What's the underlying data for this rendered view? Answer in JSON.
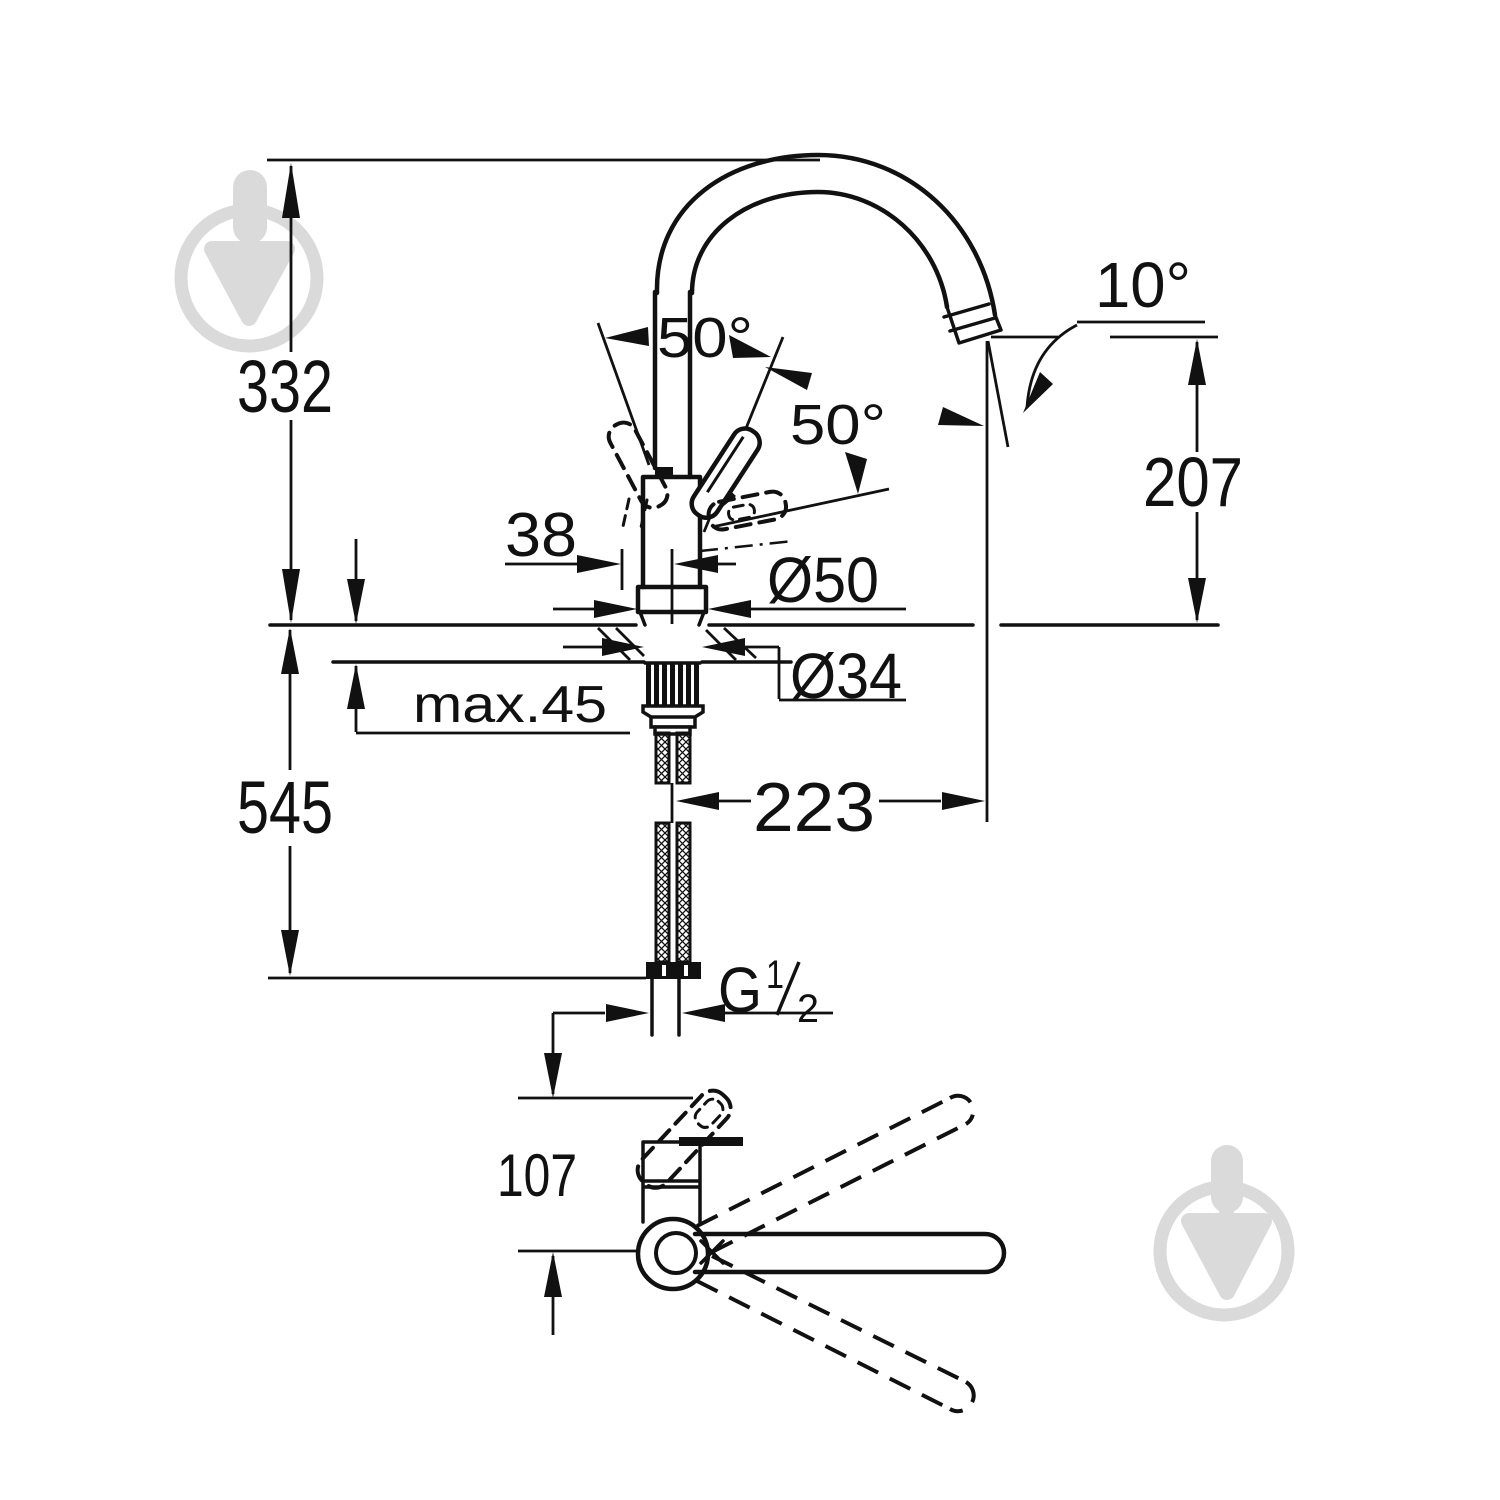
{
  "title": "Kitchen faucet technical dimension drawing",
  "colors": {
    "line": "#111111",
    "background": "#ffffff",
    "watermark": "#dadada"
  },
  "side_view": {
    "height_above_deck": "332",
    "hose_length_below_deck": "545",
    "max_deck_thickness": "max.45",
    "handle_to_axis_offset": "38",
    "base_diameter": "Ø50",
    "shank_diameter": "Ø34",
    "spout_reach": "223",
    "spout_outlet_height": "207",
    "handle_swing_front": "50°",
    "handle_swing_back": "50°",
    "outlet_angle": "10°",
    "thread_letter": "G",
    "thread_numerator": "1",
    "thread_denominator": "2"
  },
  "top_view": {
    "handle_reach": "107"
  }
}
